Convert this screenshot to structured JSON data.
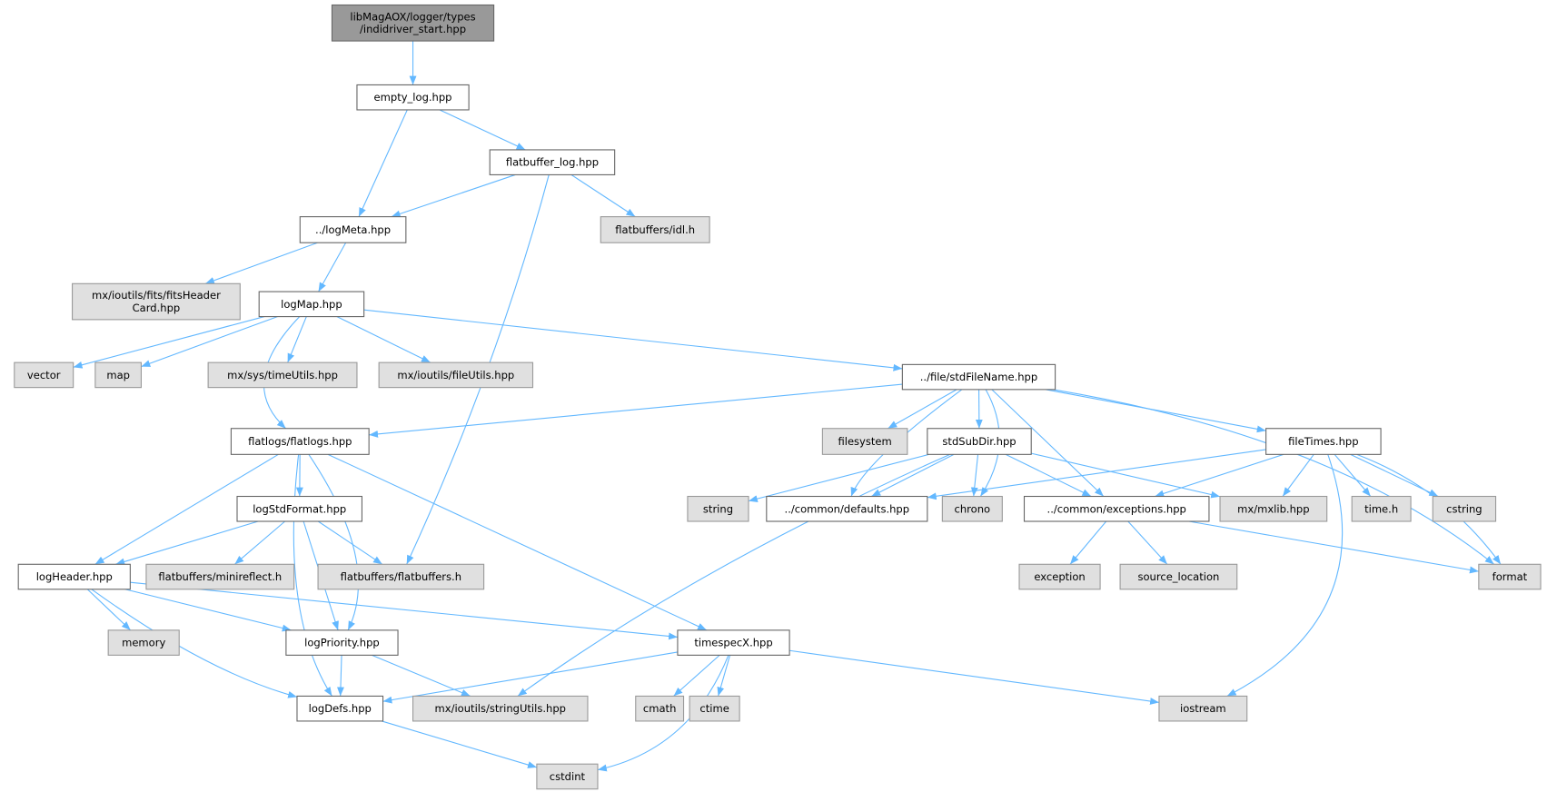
{
  "graph": {
    "type": "include-dependency-graph",
    "colors": {
      "edge": "#63b8ff",
      "root_fill": "#999999",
      "local_fill": "#ffffff",
      "system_fill": "#e0e0e0",
      "border": "#666666",
      "system_border": "#999999"
    },
    "nodes": [
      {
        "id": "root",
        "lines": [
          "libMagAOX/logger/types",
          "/indidriver_start.hpp"
        ],
        "kind": "root"
      },
      {
        "id": "empty_log",
        "lines": [
          "empty_log.hpp"
        ],
        "kind": "local"
      },
      {
        "id": "flatbuffer_log",
        "lines": [
          "flatbuffer_log.hpp"
        ],
        "kind": "local"
      },
      {
        "id": "logMeta",
        "lines": [
          "../logMeta.hpp"
        ],
        "kind": "local"
      },
      {
        "id": "idl",
        "lines": [
          "flatbuffers/idl.h"
        ],
        "kind": "system"
      },
      {
        "id": "fitsHeader",
        "lines": [
          "mx/ioutils/fits/fitsHeader",
          "Card.hpp"
        ],
        "kind": "system"
      },
      {
        "id": "logMap",
        "lines": [
          "logMap.hpp"
        ],
        "kind": "local"
      },
      {
        "id": "vector",
        "lines": [
          "vector"
        ],
        "kind": "system"
      },
      {
        "id": "map",
        "lines": [
          "map"
        ],
        "kind": "system"
      },
      {
        "id": "timeUtils",
        "lines": [
          "mx/sys/timeUtils.hpp"
        ],
        "kind": "system"
      },
      {
        "id": "fileUtils",
        "lines": [
          "mx/ioutils/fileUtils.hpp"
        ],
        "kind": "system"
      },
      {
        "id": "stdFileName",
        "lines": [
          "../file/stdFileName.hpp"
        ],
        "kind": "local"
      },
      {
        "id": "flatlogs",
        "lines": [
          "flatlogs/flatlogs.hpp"
        ],
        "kind": "local"
      },
      {
        "id": "filesystem",
        "lines": [
          "filesystem"
        ],
        "kind": "system"
      },
      {
        "id": "stdSubDir",
        "lines": [
          "stdSubDir.hpp"
        ],
        "kind": "local"
      },
      {
        "id": "fileTimes",
        "lines": [
          "fileTimes.hpp"
        ],
        "kind": "local"
      },
      {
        "id": "string",
        "lines": [
          "string"
        ],
        "kind": "system"
      },
      {
        "id": "defaults",
        "lines": [
          "../common/defaults.hpp"
        ],
        "kind": "local"
      },
      {
        "id": "chrono",
        "lines": [
          "chrono"
        ],
        "kind": "system"
      },
      {
        "id": "exceptions",
        "lines": [
          "../common/exceptions.hpp"
        ],
        "kind": "local"
      },
      {
        "id": "mxlib",
        "lines": [
          "mx/mxlib.hpp"
        ],
        "kind": "system"
      },
      {
        "id": "timeh",
        "lines": [
          "time.h"
        ],
        "kind": "system"
      },
      {
        "id": "cstring",
        "lines": [
          "cstring"
        ],
        "kind": "system"
      },
      {
        "id": "logStdFormat",
        "lines": [
          "logStdFormat.hpp"
        ],
        "kind": "local"
      },
      {
        "id": "logHeader",
        "lines": [
          "logHeader.hpp"
        ],
        "kind": "local"
      },
      {
        "id": "minireflect",
        "lines": [
          "flatbuffers/minireflect.h"
        ],
        "kind": "system"
      },
      {
        "id": "flatbuffers",
        "lines": [
          "flatbuffers/flatbuffers.h"
        ],
        "kind": "system"
      },
      {
        "id": "exception",
        "lines": [
          "exception"
        ],
        "kind": "system"
      },
      {
        "id": "source_location",
        "lines": [
          "source_location"
        ],
        "kind": "system"
      },
      {
        "id": "format",
        "lines": [
          "format"
        ],
        "kind": "system"
      },
      {
        "id": "memory",
        "lines": [
          "memory"
        ],
        "kind": "system"
      },
      {
        "id": "logPriority",
        "lines": [
          "logPriority.hpp"
        ],
        "kind": "local"
      },
      {
        "id": "timespecX",
        "lines": [
          "timespecX.hpp"
        ],
        "kind": "local"
      },
      {
        "id": "logDefs",
        "lines": [
          "logDefs.hpp"
        ],
        "kind": "local"
      },
      {
        "id": "stringUtils",
        "lines": [
          "mx/ioutils/stringUtils.hpp"
        ],
        "kind": "system"
      },
      {
        "id": "cmath",
        "lines": [
          "cmath"
        ],
        "kind": "system"
      },
      {
        "id": "ctime",
        "lines": [
          "ctime"
        ],
        "kind": "system"
      },
      {
        "id": "iostream",
        "lines": [
          "iostream"
        ],
        "kind": "system"
      },
      {
        "id": "cstdint",
        "lines": [
          "cstdint"
        ],
        "kind": "system"
      }
    ],
    "edges": [
      [
        "root",
        "empty_log"
      ],
      [
        "empty_log",
        "logMeta"
      ],
      [
        "empty_log",
        "flatbuffer_log"
      ],
      [
        "flatbuffer_log",
        "logMeta"
      ],
      [
        "flatbuffer_log",
        "idl"
      ],
      [
        "flatbuffer_log",
        "flatbuffers"
      ],
      [
        "logMeta",
        "fitsHeader"
      ],
      [
        "logMeta",
        "logMap"
      ],
      [
        "logMap",
        "vector"
      ],
      [
        "logMap",
        "map"
      ],
      [
        "logMap",
        "timeUtils"
      ],
      [
        "logMap",
        "fileUtils"
      ],
      [
        "logMap",
        "stdFileName"
      ],
      [
        "logMap",
        "flatlogs"
      ],
      [
        "stdFileName",
        "flatlogs"
      ],
      [
        "stdFileName",
        "filesystem"
      ],
      [
        "stdFileName",
        "stdSubDir"
      ],
      [
        "stdFileName",
        "fileTimes"
      ],
      [
        "stdFileName",
        "defaults"
      ],
      [
        "stdFileName",
        "chrono"
      ],
      [
        "stdFileName",
        "exceptions"
      ],
      [
        "stdFileName",
        "format"
      ],
      [
        "flatlogs",
        "logHeader"
      ],
      [
        "flatlogs",
        "logStdFormat"
      ],
      [
        "flatlogs",
        "logPriority"
      ],
      [
        "flatlogs",
        "timespecX"
      ],
      [
        "flatlogs",
        "logDefs"
      ],
      [
        "stdSubDir",
        "string"
      ],
      [
        "stdSubDir",
        "defaults"
      ],
      [
        "stdSubDir",
        "chrono"
      ],
      [
        "stdSubDir",
        "exceptions"
      ],
      [
        "stdSubDir",
        "mxlib"
      ],
      [
        "stdSubDir",
        "stringUtils"
      ],
      [
        "fileTimes",
        "defaults"
      ],
      [
        "fileTimes",
        "exceptions"
      ],
      [
        "fileTimes",
        "mxlib"
      ],
      [
        "fileTimes",
        "timeh"
      ],
      [
        "fileTimes",
        "cstring"
      ],
      [
        "fileTimes",
        "format"
      ],
      [
        "fileTimes",
        "iostream"
      ],
      [
        "exceptions",
        "exception"
      ],
      [
        "exceptions",
        "source_location"
      ],
      [
        "exceptions",
        "format"
      ],
      [
        "logStdFormat",
        "logHeader"
      ],
      [
        "logStdFormat",
        "minireflect"
      ],
      [
        "logStdFormat",
        "flatbuffers"
      ],
      [
        "logStdFormat",
        "logPriority"
      ],
      [
        "logHeader",
        "memory"
      ],
      [
        "logHeader",
        "logPriority"
      ],
      [
        "logHeader",
        "timespecX"
      ],
      [
        "logHeader",
        "logDefs"
      ],
      [
        "logPriority",
        "logDefs"
      ],
      [
        "logPriority",
        "stringUtils"
      ],
      [
        "timespecX",
        "logDefs"
      ],
      [
        "timespecX",
        "cmath"
      ],
      [
        "timespecX",
        "ctime"
      ],
      [
        "timespecX",
        "cstdint"
      ],
      [
        "timespecX",
        "iostream"
      ],
      [
        "logDefs",
        "cstdint"
      ]
    ]
  }
}
